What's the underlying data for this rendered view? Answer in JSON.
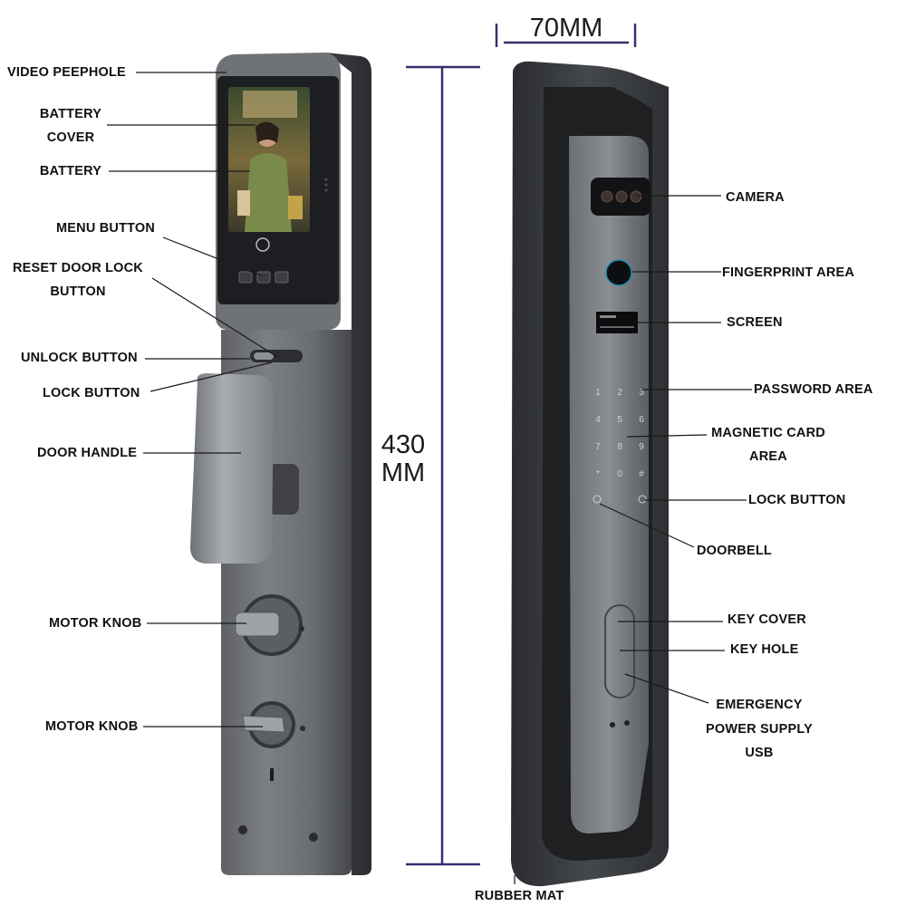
{
  "dimensions": {
    "width": "70MM",
    "height_value": "430",
    "height_unit": "MM"
  },
  "front_view_labels": {
    "video_peephole": "VIDEO PEEPHOLE",
    "battery_cover_1": "BATTERY",
    "battery_cover_2": "COVER",
    "battery": "BATTERY",
    "menu_button": "MENU BUTTON",
    "reset_1": "RESET DOOR LOCK",
    "reset_2": "BUTTON",
    "unlock_button": "UNLOCK BUTTON",
    "lock_button": "LOCK BUTTON",
    "door_handle": "DOOR HANDLE",
    "motor_knob_1": "MOTOR KNOB",
    "motor_knob_2": "MOTOR KNOB"
  },
  "back_view_labels": {
    "camera": "CAMERA",
    "fingerprint_area": "FINGERPRINT AREA",
    "screen": "SCREEN",
    "password_area": "PASSWORD AREA",
    "magnetic_1": "MAGNETIC CARD",
    "magnetic_2": "AREA",
    "lock_button": "LOCK BUTTON",
    "doorbell": "DOORBELL",
    "key_cover": "KEY COVER",
    "key_hole": "KEY HOLE",
    "emergency_1": "EMERGENCY",
    "emergency_2": "POWER SUPPLY",
    "emergency_3": "USB",
    "rubber_mat": "RUBBER MAT"
  },
  "keypad": [
    "1",
    "2",
    "3",
    "4",
    "5",
    "6",
    "7",
    "8",
    "9",
    "*",
    "0",
    "#"
  ],
  "colors": {
    "dimension_line": "#3a2f6e",
    "body_dark": "#4a4d52",
    "body_mid": "#6b6e73",
    "screen": "#0c0c0e"
  }
}
